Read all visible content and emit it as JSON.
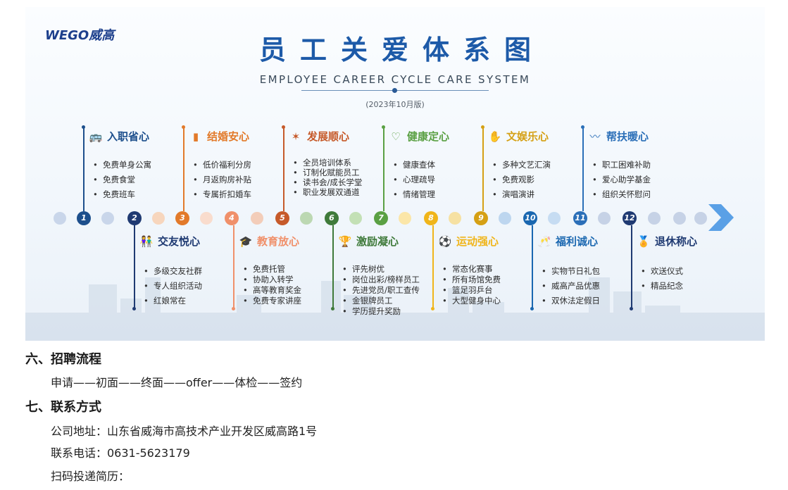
{
  "poster": {
    "logo": "WEGO威高",
    "title": "员工关爱体系图",
    "subtitle": "EMPLOYEE CAREER CYCLE CARE SYSTEM",
    "version": "(2023年10月版)",
    "colors": {
      "title": "#1d5aa8",
      "blue_dark": "#1d4f8c",
      "navy": "#1f3a72",
      "orange": "#e27a2a",
      "salmon": "#f0906a",
      "rust": "#c65a2a",
      "green_dark": "#3f7a3a",
      "green": "#5aa043",
      "yellow": "#f0b51a",
      "gold": "#d5a014",
      "teal_blue": "#1a67b0"
    },
    "nodes": [
      "1",
      "2",
      "3",
      "4",
      "5",
      "6",
      "7",
      "8",
      "9",
      "10",
      "11",
      "12"
    ],
    "stages_top": [
      {
        "icon": "bus-icon",
        "glyph": "🚌",
        "label": "入职省心",
        "items": [
          "免费单身公寓",
          "免费食堂",
          "免费班车"
        ]
      },
      {
        "icon": "bar-chart-icon",
        "glyph": "▮",
        "label": "结婚安心",
        "items": [
          "低价福利分房",
          "月返购房补贴",
          "专属折扣婚车"
        ]
      },
      {
        "icon": "burst-icon",
        "glyph": "✶",
        "label": "发展顺心",
        "items": [
          "全员培训体系",
          "订制化赋能员工",
          "读书会/成长学堂",
          "职业发展双通道"
        ]
      },
      {
        "icon": "heartbeat-icon",
        "glyph": "♡",
        "label": "健康定心",
        "items": [
          "健康查体",
          "心理疏导",
          "情绪管理"
        ]
      },
      {
        "icon": "clap-icon",
        "glyph": "✋",
        "label": "文娱乐心",
        "items": [
          "多种文艺汇演",
          "免费观影",
          "演唱演讲"
        ]
      },
      {
        "icon": "helping-hand-icon",
        "glyph": "〰",
        "label": "帮扶暖心",
        "items": [
          "职工困难补助",
          "爱心助学基金",
          "组织关怀慰问"
        ]
      }
    ],
    "stages_bottom": [
      {
        "icon": "people-icon",
        "glyph": "👫",
        "label": "交友悦心",
        "items": [
          "多级交友社群",
          "专人组织活动",
          "红娘常在"
        ]
      },
      {
        "icon": "graduation-cap-icon",
        "glyph": "🎓",
        "label": "教育放心",
        "items": [
          "免费托管",
          "协助入转学",
          "高等教育奖金",
          "免费专家讲座"
        ]
      },
      {
        "icon": "trophy-icon",
        "glyph": "🏆",
        "label": "激励凝心",
        "items": [
          "评先树优",
          "岗位出彩/榜样员工",
          "先进党员/职工查传",
          "金银牌员工",
          "学历提升奖励"
        ]
      },
      {
        "icon": "sports-balls-icon",
        "glyph": "⚽",
        "label": "运动强心",
        "items": [
          "常态化赛事",
          "所有场馆免费",
          "篮足羽乒台",
          "大型健身中心"
        ]
      },
      {
        "icon": "cheers-icon",
        "glyph": "🥂",
        "label": "福利诚心",
        "items": [
          "实物节日礼包",
          "威高产品优惠",
          "双休法定假日"
        ]
      },
      {
        "icon": "medal-icon",
        "glyph": "🏅",
        "label": "退休称心",
        "items": [
          "欢送仪式",
          "精品纪念"
        ]
      }
    ]
  },
  "section6": {
    "heading": "六、招聘流程",
    "text": "申请——初面——终面——offer——体检——签约"
  },
  "section7": {
    "heading": "七、联系方式",
    "address": "公司地址：山东省威海市高技术产业开发区威高路1号",
    "phone": "联系电话：0631-5623179",
    "resume": "扫码投递简历："
  }
}
